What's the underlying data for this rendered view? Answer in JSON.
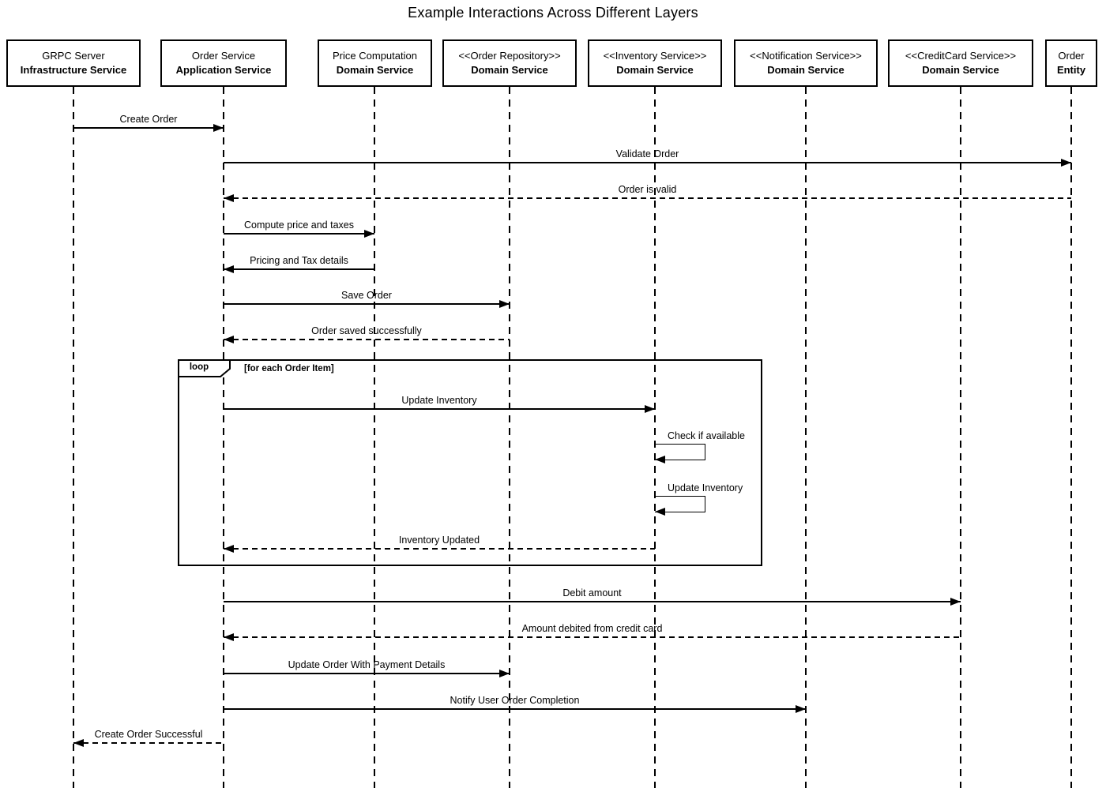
{
  "title": "Example Interactions Across Different Layers",
  "colors": {
    "line": "#000000",
    "background": "#ffffff",
    "text": "#000000"
  },
  "participants": [
    {
      "name": "GRPC Server",
      "stereotype": "Infrastructure Service"
    },
    {
      "name": "Order Service",
      "stereotype": "Application Service"
    },
    {
      "name": "Price Computation",
      "stereotype": "Domain Service"
    },
    {
      "name": "<<Order Repository>>",
      "stereotype": "Domain Service"
    },
    {
      "name": "<<Inventory Service>>",
      "stereotype": "Domain Service"
    },
    {
      "name": "<<Notification Service>>",
      "stereotype": "Domain Service"
    },
    {
      "name": "<<CreditCard Service>>",
      "stereotype": "Domain Service"
    },
    {
      "name": "Order",
      "stereotype": "Entity"
    }
  ],
  "messages": [
    {
      "label": "Create Order",
      "from": "GRPC Server",
      "to": "Order Service",
      "line": "solid"
    },
    {
      "label": "Validate Order",
      "from": "Order Service",
      "to": "Order",
      "line": "solid"
    },
    {
      "label": "Order is valid",
      "from": "Order",
      "to": "Order Service",
      "line": "dashed"
    },
    {
      "label": "Compute price and taxes",
      "from": "Order Service",
      "to": "Price Computation",
      "line": "solid"
    },
    {
      "label": "Pricing and Tax details",
      "from": "Price Computation",
      "to": "Order Service",
      "line": "solid"
    },
    {
      "label": "Save Order",
      "from": "Order Service",
      "to": "Order Repository",
      "line": "solid"
    },
    {
      "label": "Order saved successfully",
      "from": "Order Repository",
      "to": "Order Service",
      "line": "dashed"
    },
    {
      "label": "Update Inventory",
      "from": "Order Service",
      "to": "Inventory Service",
      "line": "solid"
    },
    {
      "label": "Check if available",
      "from": "Inventory Service",
      "to": "Inventory Service",
      "line": "solid"
    },
    {
      "label": "Update Inventory",
      "from": "Inventory Service",
      "to": "Inventory Service",
      "line": "solid"
    },
    {
      "label": "Inventory Updated",
      "from": "Inventory Service",
      "to": "Order Service",
      "line": "dashed"
    },
    {
      "label": "Debit amount",
      "from": "Order Service",
      "to": "CreditCard Service",
      "line": "solid"
    },
    {
      "label": "Amount debited from credit card",
      "from": "CreditCard Service",
      "to": "Order Service",
      "line": "dashed"
    },
    {
      "label": "Update Order With Payment Details",
      "from": "Order Service",
      "to": "Order Repository",
      "line": "solid"
    },
    {
      "label": "Notify User Order Completion",
      "from": "Order Service",
      "to": "Notification Service",
      "line": "solid"
    },
    {
      "label": "Create Order Successful",
      "from": "Order Service",
      "to": "GRPC Server",
      "line": "dashed"
    }
  ],
  "loop_fragment": {
    "operator": "loop",
    "guard": "[for each Order Item]"
  }
}
